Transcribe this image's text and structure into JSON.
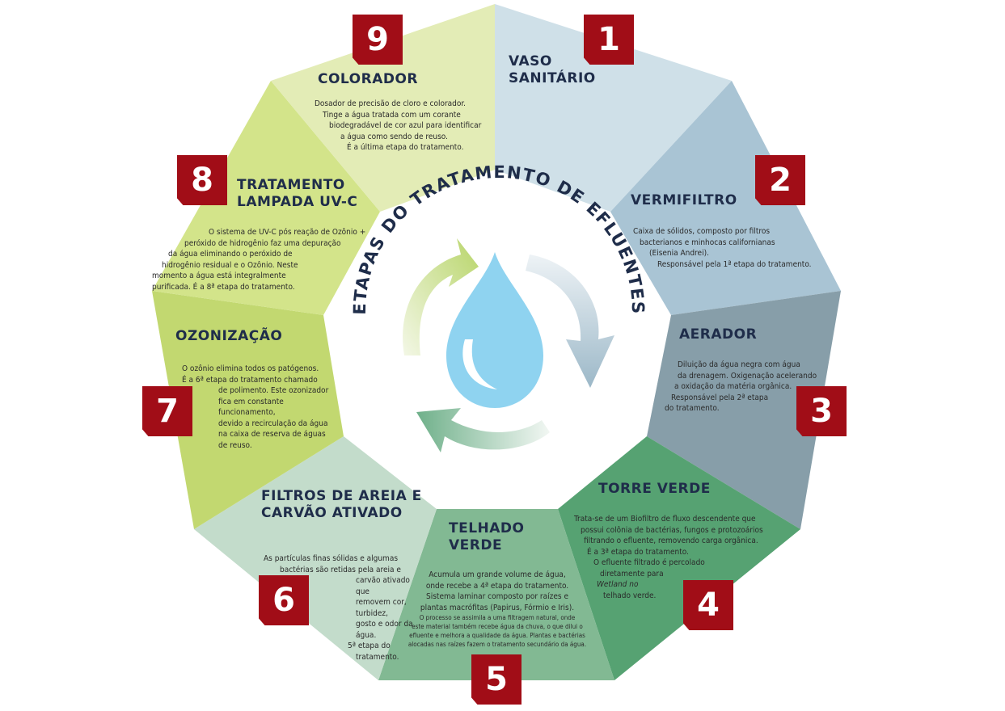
{
  "center_title": "ETAPAS DO TRATAMENTO DE EFLUENTES",
  "colors": {
    "badge": "#a10d17",
    "title": "#1f2d4a",
    "drop": "#8fd3f0"
  },
  "steps": [
    {
      "number": "1",
      "title": "VASO SANITÁRIO",
      "lines": [],
      "color": "#cfe0e8"
    },
    {
      "number": "2",
      "title": "VERMIFILTRO",
      "lines": [
        "Caixa de sólidos, composto por filtros",
        "bacterianos e minhocas californianas",
        "(Eisenia Andrei).",
        "Responsável pela 1ª etapa do tratamento."
      ],
      "color": "#a9c4d4"
    },
    {
      "number": "3",
      "title": "AERADOR",
      "lines": [
        "Diluição da água negra com água",
        "da drenagem. Oxigenação acelerando",
        "a oxidação da matéria orgânica.",
        "Responsável pela 2ª etapa",
        "do tratamento."
      ],
      "color": "#879ea9"
    },
    {
      "number": "4",
      "title": "TORRE VERDE",
      "lines": [
        "Trata-se de um Biofiltro de fluxo descendente que",
        "possui colônia de bactérias, fungos e protozoários",
        "filtrando o efluente, removendo carga orgânica.",
        "É a 3ª etapa do tratamento.",
        "O efluente filtrado é percolado",
        "diretamente para",
        "Wetland no",
        "telhado verde."
      ],
      "color": "#56a272"
    },
    {
      "number": "5",
      "title": "TELHADO VERDE",
      "lines": [
        "Acumula um grande volume de água,",
        "onde recebe a 4ª etapa do tratamento.",
        "Sistema laminar composto por raízes e",
        "plantas macrófitas (Papirus, Fórmio e Iris)."
      ],
      "small_lines": [
        "O processo se assimila a uma filtragem natural, onde",
        "este material também recebe água da chuva, o que dilui o",
        "efluente e melhora a qualidade da água. Plantas e bactérias",
        "alocadas nas raízes fazem o tratamento secundário da água."
      ],
      "color": "#82b993"
    },
    {
      "number": "6",
      "title": "FILTROS DE AREIA E CARVÃO ATIVADO",
      "lines": [
        "As partículas finas sólidas e algumas",
        "bactérias são retidas pela areia e",
        "carvão ativado que",
        "removem cor, turbidez,",
        "gosto e odor da água.",
        "5ª etapa do",
        "tratamento."
      ],
      "color": "#c3dccb"
    },
    {
      "number": "7",
      "title": "OZONIZAÇÃO",
      "lines": [
        "O ozônio elimina todos os patógenos.",
        "É a 6ª etapa do tratamento chamado",
        "de polimento. Este ozonizador",
        "fica em constante funcionamento,",
        "devido a recirculação da água",
        "na caixa de reserva de águas",
        "de reuso."
      ],
      "color": "#c2d870"
    },
    {
      "number": "8",
      "title": "TRATAMENTO LAMPADA UV-C",
      "lines": [
        "O sistema de UV-C pós reação de Ozônio +",
        "peróxido de hidrogênio faz uma depuração",
        "da água eliminando o peróxido de",
        "hidrogênio residual e o Ozônio. Neste",
        "momento a água está integralmente",
        "purificada. É a 8ª etapa do tratamento."
      ],
      "color": "#d3e48a"
    },
    {
      "number": "9",
      "title": "COLORADOR",
      "lines": [
        "Dosador de precisão de cloro e colorador.",
        "Tinge a água tratada com um corante",
        "biodegradável de cor azul para identificar",
        "a água como  sendo de reuso.",
        "É a última etapa do tratamento."
      ],
      "color": "#e3ecb6"
    }
  ]
}
